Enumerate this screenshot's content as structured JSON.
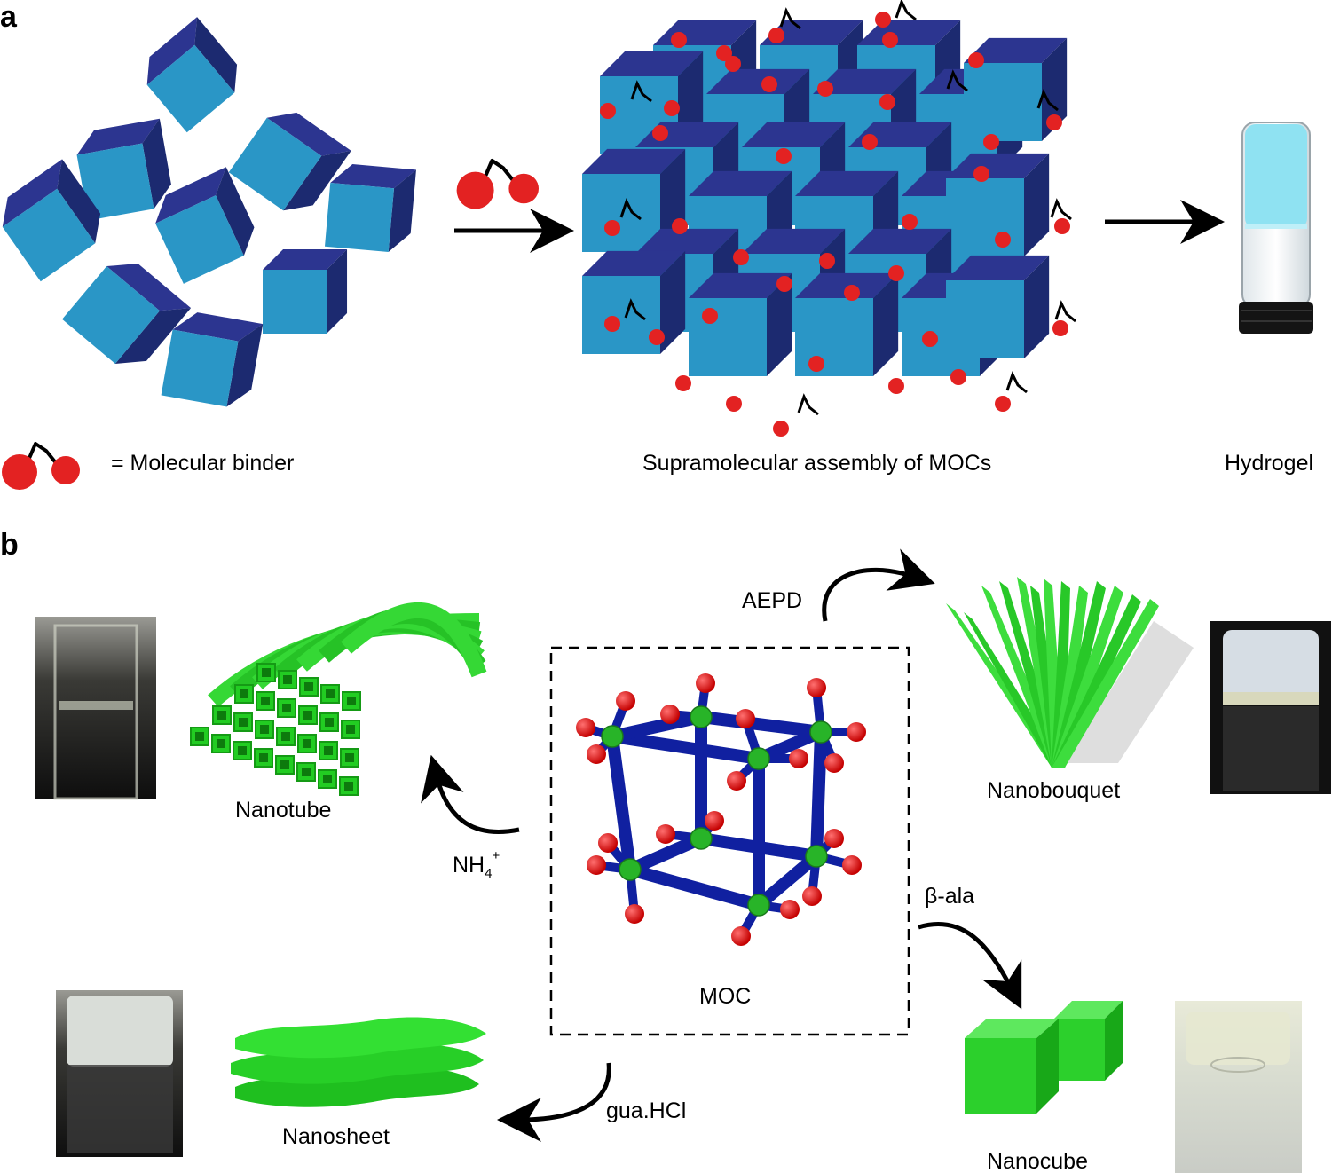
{
  "panel_a": {
    "letter": "a",
    "binder_legend": "= Molecular binder",
    "assembly_label": "Supramolecular assembly of MOCs",
    "hydrogel_label": "Hydrogel"
  },
  "panel_b": {
    "letter": "b",
    "center_label": "MOC",
    "reagents": {
      "aepd": "AEPD",
      "nh4_base": "NH",
      "nh4_sub": "4",
      "nh4_sup": "+",
      "beta_ala": "β-ala",
      "gua": "gua.HCl"
    },
    "products": {
      "nanotube": "Nanotube",
      "nanobouquet": "Nanobouquet",
      "nanosheet": "Nanosheet",
      "nanocube": "Nanocube"
    }
  },
  "colors": {
    "cube_top": "#2c3590",
    "cube_side": "#1c2a70",
    "cube_front": "#2a96c6",
    "binder_red": "#e32222",
    "product_green": "#22cc22",
    "rod_blue": "#1020a0",
    "node_green": "#28b428"
  }
}
